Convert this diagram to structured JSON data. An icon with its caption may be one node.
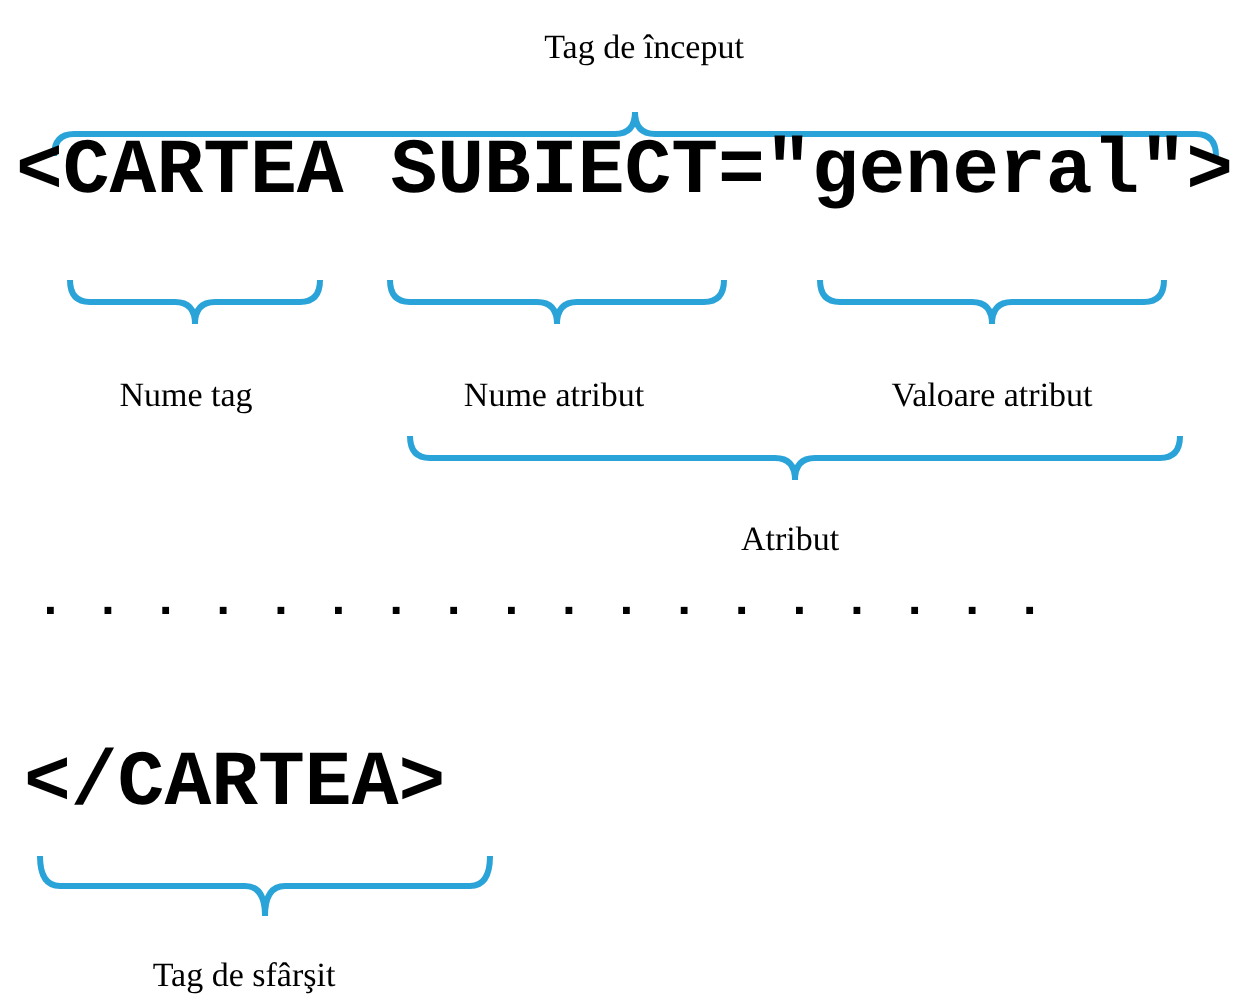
{
  "diagram": {
    "labels": [
      "Tag de început",
      "<CARTEA SUBIECT=\"general\">",
      "Nume tag",
      "Nume atribut",
      "Valoare atribut",
      "Atribut",
      ". . . . . . . . . . . . . . . . . .",
      "</CARTEA>",
      "Tag de sfârşit"
    ]
  }
}
